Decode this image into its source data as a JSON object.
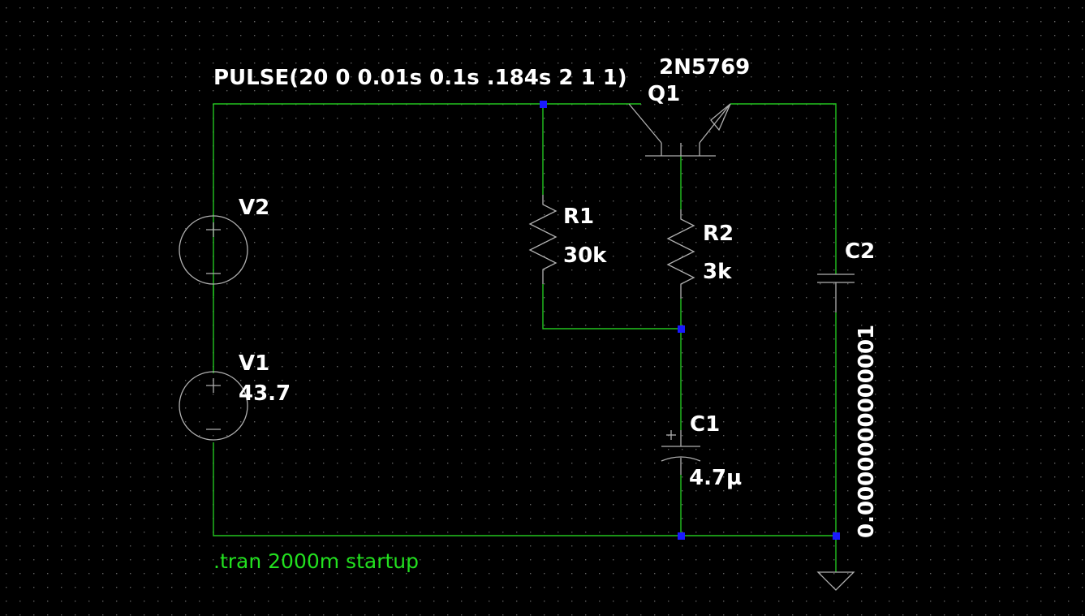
{
  "colors": {
    "background": "#000000",
    "wire": "#22c41f",
    "component": "#b0b0b0",
    "label": "#ffffff",
    "junction": "#1a1aff",
    "directive": "#22e01f",
    "grid_dot": "#606060"
  },
  "labels": {
    "pulse": "PULSE(20 0 0.01s 0.1s .184s 2 1 1)",
    "q1_model": "2N5769",
    "q1_name": "Q1",
    "v2_name": "V2",
    "v1_name": "V1",
    "v1_value": "43.7",
    "r1_name": "R1",
    "r1_value": "30k",
    "r2_name": "R2",
    "r2_value": "3k",
    "c1_name": "C1",
    "c1_value": "4.7µ",
    "c2_name": "C2",
    "c2_value": "0.0000000000001",
    "directive": ".tran 2000m startup"
  },
  "icons": [
    "voltage-source-icon",
    "resistor-icon",
    "capacitor-icon",
    "npn-transistor-icon",
    "ground-icon"
  ]
}
